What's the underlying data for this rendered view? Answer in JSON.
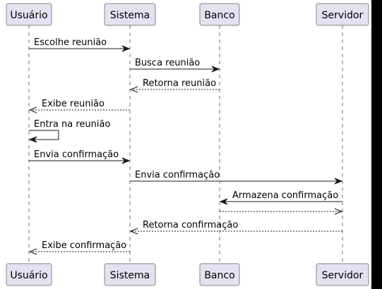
{
  "diagram": {
    "type": "sequence",
    "background": "#FFFFFF",
    "participant_fill": "#E2E2F0",
    "stroke_color": "#181818",
    "participants": [
      {
        "id": "usuario",
        "label": "Usuário"
      },
      {
        "id": "sistema",
        "label": "Sistema"
      },
      {
        "id": "banco",
        "label": "Banco"
      },
      {
        "id": "servidor",
        "label": "Servidor"
      }
    ],
    "messages": [
      {
        "from": "usuario",
        "to": "sistema",
        "label": "Escolhe reunião",
        "style": "solid"
      },
      {
        "from": "sistema",
        "to": "banco",
        "label": "Busca reunião",
        "style": "solid"
      },
      {
        "from": "banco",
        "to": "sistema",
        "label": "Retorna reunião",
        "style": "dashed"
      },
      {
        "from": "sistema",
        "to": "usuario",
        "label": "Exibe reunião",
        "style": "dashed"
      },
      {
        "from": "usuario",
        "to": "usuario",
        "label": "Entra na reunião",
        "style": "solid"
      },
      {
        "from": "usuario",
        "to": "sistema",
        "label": "Envia confirmação",
        "style": "solid"
      },
      {
        "from": "sistema",
        "to": "servidor",
        "label": "Envia confirmação",
        "style": "solid"
      },
      {
        "from": "servidor",
        "to": "banco",
        "label": "Armazena confirmação",
        "style": "solid"
      },
      {
        "from": "banco",
        "to": "servidor",
        "label": "",
        "style": "dashed"
      },
      {
        "from": "servidor",
        "to": "sistema",
        "label": "Retorna confirmação",
        "style": "dashed"
      },
      {
        "from": "sistema",
        "to": "usuario",
        "label": "Exibe confirmação",
        "style": "dashed"
      }
    ]
  }
}
